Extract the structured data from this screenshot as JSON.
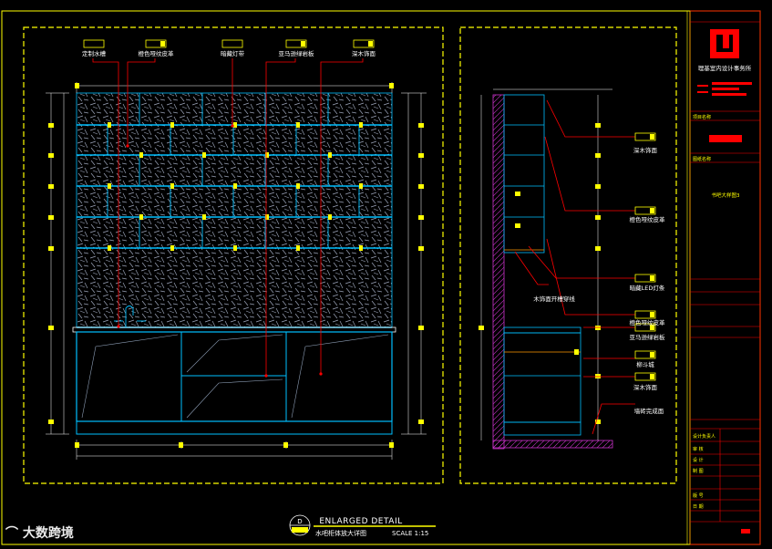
{
  "elevation_labels": [
    "定制水槽",
    "橙色哑纹皮革",
    "暗藏灯带",
    "亚马逊绿岩板",
    "深木饰面"
  ],
  "section_labels": [
    "深木饰面",
    "橙色哑纹皮革",
    "木饰面开槽穿线",
    "暗藏LED灯条",
    "橙色哑纹皮革",
    "亚马逊绿岩板",
    "柳斗城",
    "深木饰面",
    "墙砖完成面"
  ],
  "title_block": {
    "firm_name": "理基室内设计事务所",
    "row_labels": [
      "项目名称",
      "图纸名称",
      "设计负责人",
      "审 核",
      "设 计",
      "制 图",
      "版 号",
      "日 期"
    ],
    "drawing_name": "书吧大样图3"
  },
  "drawing_title": {
    "en": "ENLARGED DETAIL",
    "cn": "水吧柜体放大详图",
    "scale": "SCALE 1:15",
    "marker": "D"
  },
  "watermark": "大数跨境",
  "colors": {
    "background": "#000000",
    "frame": "#ffff00",
    "leader": "#ff0000",
    "cabinet": "#00bfff",
    "dimension": "#ffffff",
    "wall": "#cc33cc"
  }
}
